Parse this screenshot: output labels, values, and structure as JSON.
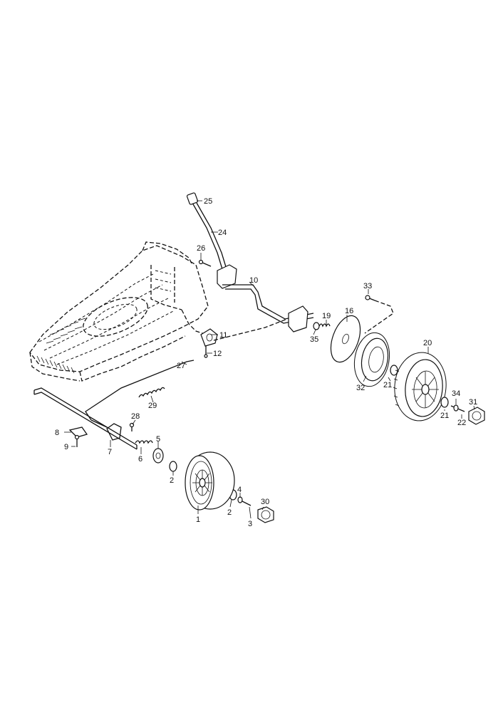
{
  "callouts": {
    "p1": "1",
    "p2a": "2",
    "p2b": "2",
    "p3": "3",
    "p4": "4",
    "p5": "5",
    "p6": "6",
    "p7": "7",
    "p8": "8",
    "p9": "9",
    "p10": "10",
    "p11": "11",
    "p12": "12",
    "p16": "16",
    "p19": "19",
    "p20": "20",
    "p21a": "21",
    "p21b": "21",
    "p22": "22",
    "p24": "24",
    "p25": "25",
    "p26": "26",
    "p27": "27",
    "p28": "28",
    "p29": "29",
    "p30": "30",
    "p31": "31",
    "p32": "32",
    "p33": "33",
    "p34": "34",
    "p35": "35"
  }
}
